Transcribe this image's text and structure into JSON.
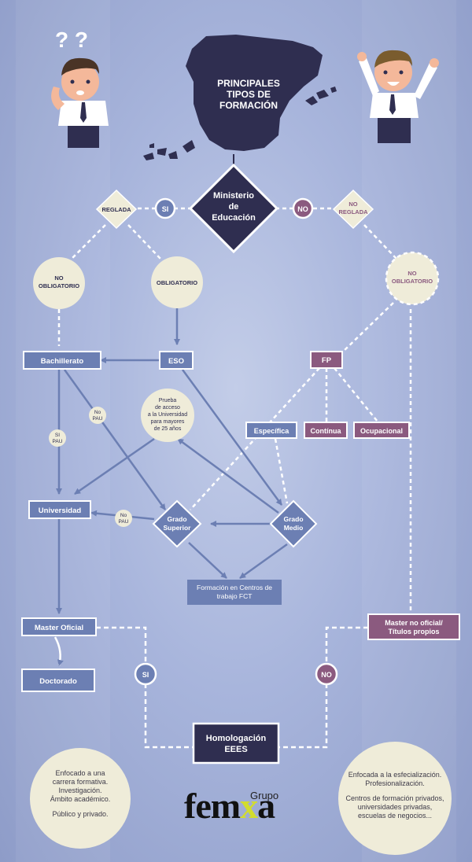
{
  "title": [
    "PRINCIPALES",
    "TIPOS DE",
    "FORMACIÓN"
  ],
  "center_node": [
    "Ministerio",
    "de",
    "Educación"
  ],
  "branches": {
    "yes_label": "SI",
    "no_label": "NO",
    "reglada": "REGLADA",
    "no_reglada": [
      "NO",
      "REGLADA"
    ]
  },
  "circles": {
    "no_obligatorio_left": [
      "NO",
      "OBLIGATORIO"
    ],
    "obligatorio": "OBLIGATORIO",
    "no_obligatorio_right": [
      "NO",
      "OBLIGATORIO"
    ],
    "prueba_acceso": [
      "Prueba",
      "de acceso",
      "a la Universidad",
      "para mayores",
      "de 25 años"
    ]
  },
  "boxes": {
    "bachillerato": "Bachillerato",
    "eso": "ESO",
    "fp": "FP",
    "especifica": "Específica",
    "continua": "Contínua",
    "ocupacional": "Ocupacional",
    "universidad": "Universidad",
    "fct": [
      "Formación en Centros de",
      "trabajo FCT"
    ],
    "master_oficial": "Master Oficial",
    "master_no_oficial": [
      "Master no oficial/",
      "Títulos propios"
    ],
    "doctorado": "Doctorado",
    "homologacion": [
      "Homologación",
      "EEES"
    ]
  },
  "diamonds": {
    "grado_superior": [
      "Grado",
      "Superior"
    ],
    "grado_medio": [
      "Grado",
      "Medio"
    ]
  },
  "small_tags": {
    "no_pau_upper": [
      "No",
      "PAU"
    ],
    "si_pau": [
      "SI",
      "PAU"
    ],
    "no_pau_lower": [
      "No",
      "PAU"
    ],
    "si_bottom": "SI",
    "no_bottom": "NO"
  },
  "notes": {
    "left": [
      "Enfocado a una",
      "carrera formativa.",
      "Investigación.",
      "Ámbito académico.",
      "",
      "Público y privado."
    ],
    "right": [
      "Enfocada a la esfecialización.",
      "Profesionalización.",
      "",
      "Centros de formación privados,",
      "universidades privadas,",
      "escuelas de negocios..."
    ]
  },
  "logo": {
    "grupo": "Grupo",
    "femxa_prefix": "fem",
    "femxa_x": "x",
    "femxa_suffix": "a"
  },
  "colors": {
    "background": "#a8b5dc",
    "dark_navy": "#2f2e50",
    "slate_blue": "#6c7fb3",
    "mauve": "#8b5a7f",
    "cream": "#efecd9",
    "white": "#ffffff",
    "logo_accent": "#d2dc2e"
  },
  "icons": [
    "question-marks-icon",
    "worried-man-icon",
    "spain-map-icon",
    "happy-man-icon",
    "arrow-icon"
  ]
}
